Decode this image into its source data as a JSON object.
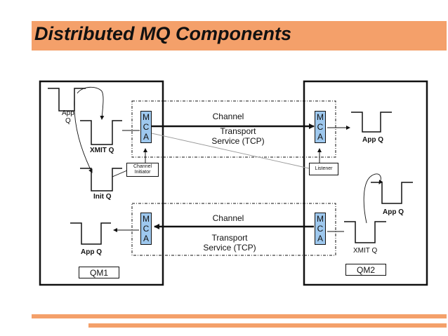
{
  "title": "Distributed MQ Components",
  "qm1": {
    "name": "QM1",
    "app_q_top": "App\nQ",
    "xmit_q": "XMIT Q",
    "init_q": "Init Q",
    "app_q_bottom": "App Q",
    "channel_initiator": "Channel\nInitiator"
  },
  "qm2": {
    "name": "QM2",
    "app_q_top": "App Q",
    "app_q_mid": "App Q",
    "xmit_q": "XMIT Q",
    "listener": "Listener"
  },
  "channels": {
    "top": {
      "label": "Channel",
      "transport": "Transport\nService (TCP)"
    },
    "bottom": {
      "label": "Channel",
      "transport": "Transport\nService (TCP)"
    }
  },
  "mca_letters": [
    "M",
    "C",
    "A"
  ],
  "colors": {
    "accent": "#F4A06A",
    "mca_fill": "#9EC8EE"
  }
}
